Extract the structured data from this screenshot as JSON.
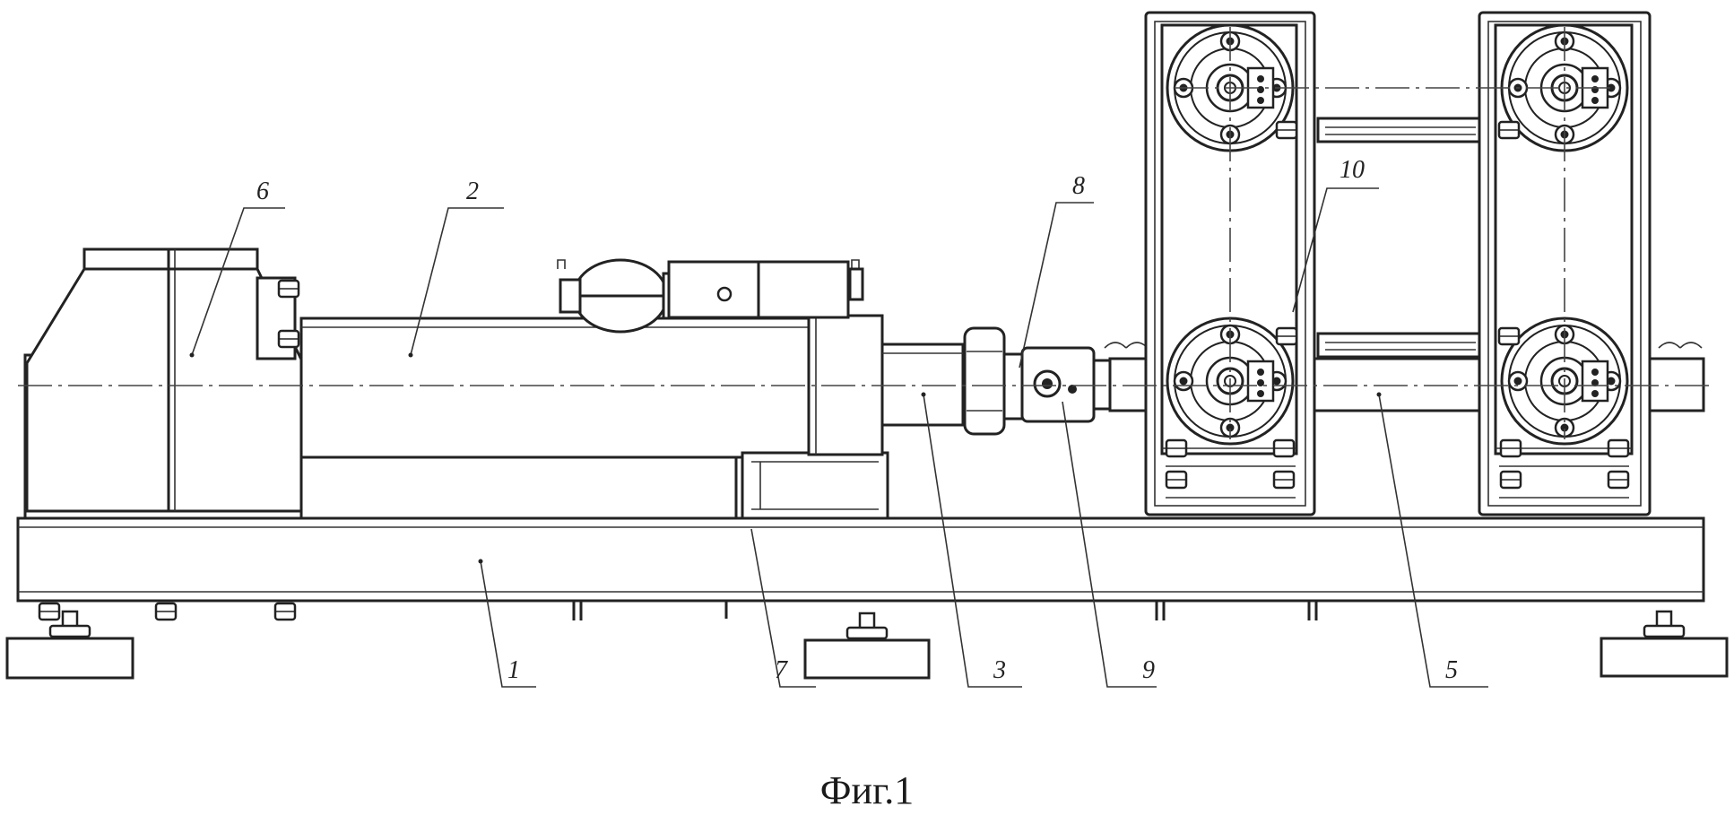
{
  "labels": {
    "l1": "1",
    "l2": "2",
    "l3": "3",
    "l5": "5",
    "l6": "6",
    "l7": "7",
    "l8": "8",
    "l9": "9",
    "l10": "10"
  },
  "caption": "Фиг.1"
}
